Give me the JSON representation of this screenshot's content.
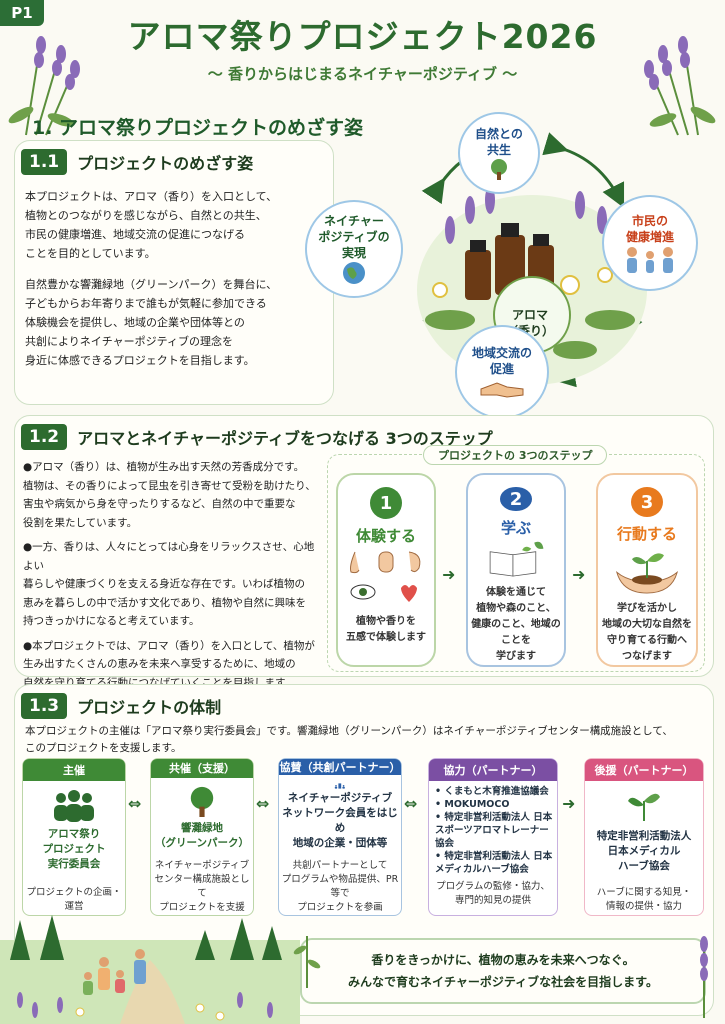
{
  "page_tag": "P1",
  "title": "アロマ祭りプロジェクト2026",
  "subtitle": "～ 香りからはじまるネイチャーポジティブ ～",
  "section1": {
    "heading": "1. アロマ祭りプロジェクトのめざす姿",
    "sub1": {
      "number": "1.1",
      "title": "プロジェクトのめざす姿",
      "para1": [
        "本プロジェクトは、アロマ（香り）を入口として、",
        "植物とのつながりを感じながら、自然との共生、",
        "市民の健康増進、地域交流の促進につなげる",
        "ことを目的としています。"
      ],
      "para2": [
        "自然豊かな響灘緑地（グリーンパーク）を舞台に、",
        "子どもからお年寄りまで誰もが気軽に参加できる",
        "体験機会を提供し、地域の企業や団体等との",
        "共創によりネイチャーポジティブの理念を",
        "身近に体感できるプロジェクトを目指します。"
      ]
    },
    "diagram": {
      "center": [
        "アロマ",
        "（香り）"
      ],
      "top": [
        "自然との",
        "共生"
      ],
      "right": [
        "市民の",
        "健康増進"
      ],
      "bottom": [
        "地域交流の",
        "促進"
      ],
      "left": [
        "ネイチャー",
        "ポジティブの",
        "実現"
      ]
    }
  },
  "section2": {
    "number": "1.2",
    "title": "アロマとネイチャーポジティブをつなげる 3つのステップ",
    "bullets": [
      [
        "●アロマ（香り）は、植物が生み出す天然の芳香成分です。",
        "植物は、その香りによって昆虫を引き寄せて受粉を助けたり、",
        "害虫や病気から身を守ったりするなど、自然の中で重要な",
        "役割を果たしています。"
      ],
      [
        "●一方、香りは、人々にとっては心身をリラックスさせ、心地よい",
        "暮らしや健康づくりを支える身近な存在です。いわば植物の",
        "恵みを暮らしの中で活かす文化であり、植物や自然に興味を",
        "持つきっかけになると考えています。"
      ],
      [
        "●本プロジェクトでは、アロマ（香り）を入口として、植物が",
        "生み出すたくさんの恵みを未来へ享受するために、地域の",
        "自然を守り育てる行動につなげていくことを目指します。"
      ]
    ],
    "steps_label": "プロジェクトの 3つのステップ",
    "steps": [
      {
        "num": "1",
        "title": "体験する",
        "desc": [
          "植物や香りを",
          "五感で体験します"
        ],
        "color": "#3f8a36"
      },
      {
        "num": "2",
        "title": "学ぶ",
        "desc": [
          "体験を通じて",
          "植物や森のこと、",
          "健康のこと、地域のことを",
          "学びます"
        ],
        "color": "#2a5fa8"
      },
      {
        "num": "3",
        "title": "行動する",
        "desc": [
          "学びを活かし",
          "地域の大切な自然を",
          "守り育てる行動へ",
          "つなげます"
        ],
        "color": "#e87a1e"
      }
    ]
  },
  "section3": {
    "number": "1.3",
    "title": "プロジェクトの体制",
    "intro": [
      "本プロジェクトの主催は「アロマ祭り実行委員会」です。響灘緑地（グリーンパーク）はネイチャーポジティブセンター構成施設として、",
      "このプロジェクトを支援します。"
    ],
    "orgs": [
      {
        "head": "主催",
        "name": [
          "アロマ祭り",
          "プロジェクト",
          "実行委員会"
        ],
        "desc": [
          "プロジェクトの企画・運営"
        ],
        "color": "#3f8a36"
      },
      {
        "head": "共催（支援）",
        "name": [
          "響灘緑地",
          "（グリーンパーク）"
        ],
        "desc": [
          "ネイチャーポジティブ",
          "センター構成施設として",
          "プロジェクトを支援"
        ],
        "color": "#3f8a36"
      },
      {
        "head": "協賛（共創パートナー）",
        "name": [
          "ネイチャーポジティブ",
          "ネットワーク会員をはじめ",
          "地域の企業・団体等"
        ],
        "desc": [
          "共創パートナーとして",
          "プログラムや物品提供、PR等で",
          "プロジェクトを参画"
        ],
        "color": "#2a5fa8"
      },
      {
        "head": "協力（パートナー）",
        "list": [
          "くまもと木育推進協議会",
          "MOKUMOCO",
          "特定非営利活動法人 日本スポーツアロマトレーナー協会",
          "特定非営利活動法人 日本メディカルハーブ協会"
        ],
        "desc": [
          "プログラムの監修・協力、",
          "専門的知見の提供"
        ],
        "color": "#7b4fa3"
      },
      {
        "head": "後援（パートナー）",
        "name": [
          "特定非営利活動法人",
          "日本メディカル",
          "ハーブ協会"
        ],
        "desc": [
          "ハーブに関する知見・",
          "情報の提供・協力"
        ],
        "color": "#d9557f"
      }
    ],
    "closing": [
      "香りをきっかけに、植物の恵みを未来へつなぐ。",
      "みんなで育むネイチャーポジティブな社会を目指します。"
    ]
  }
}
